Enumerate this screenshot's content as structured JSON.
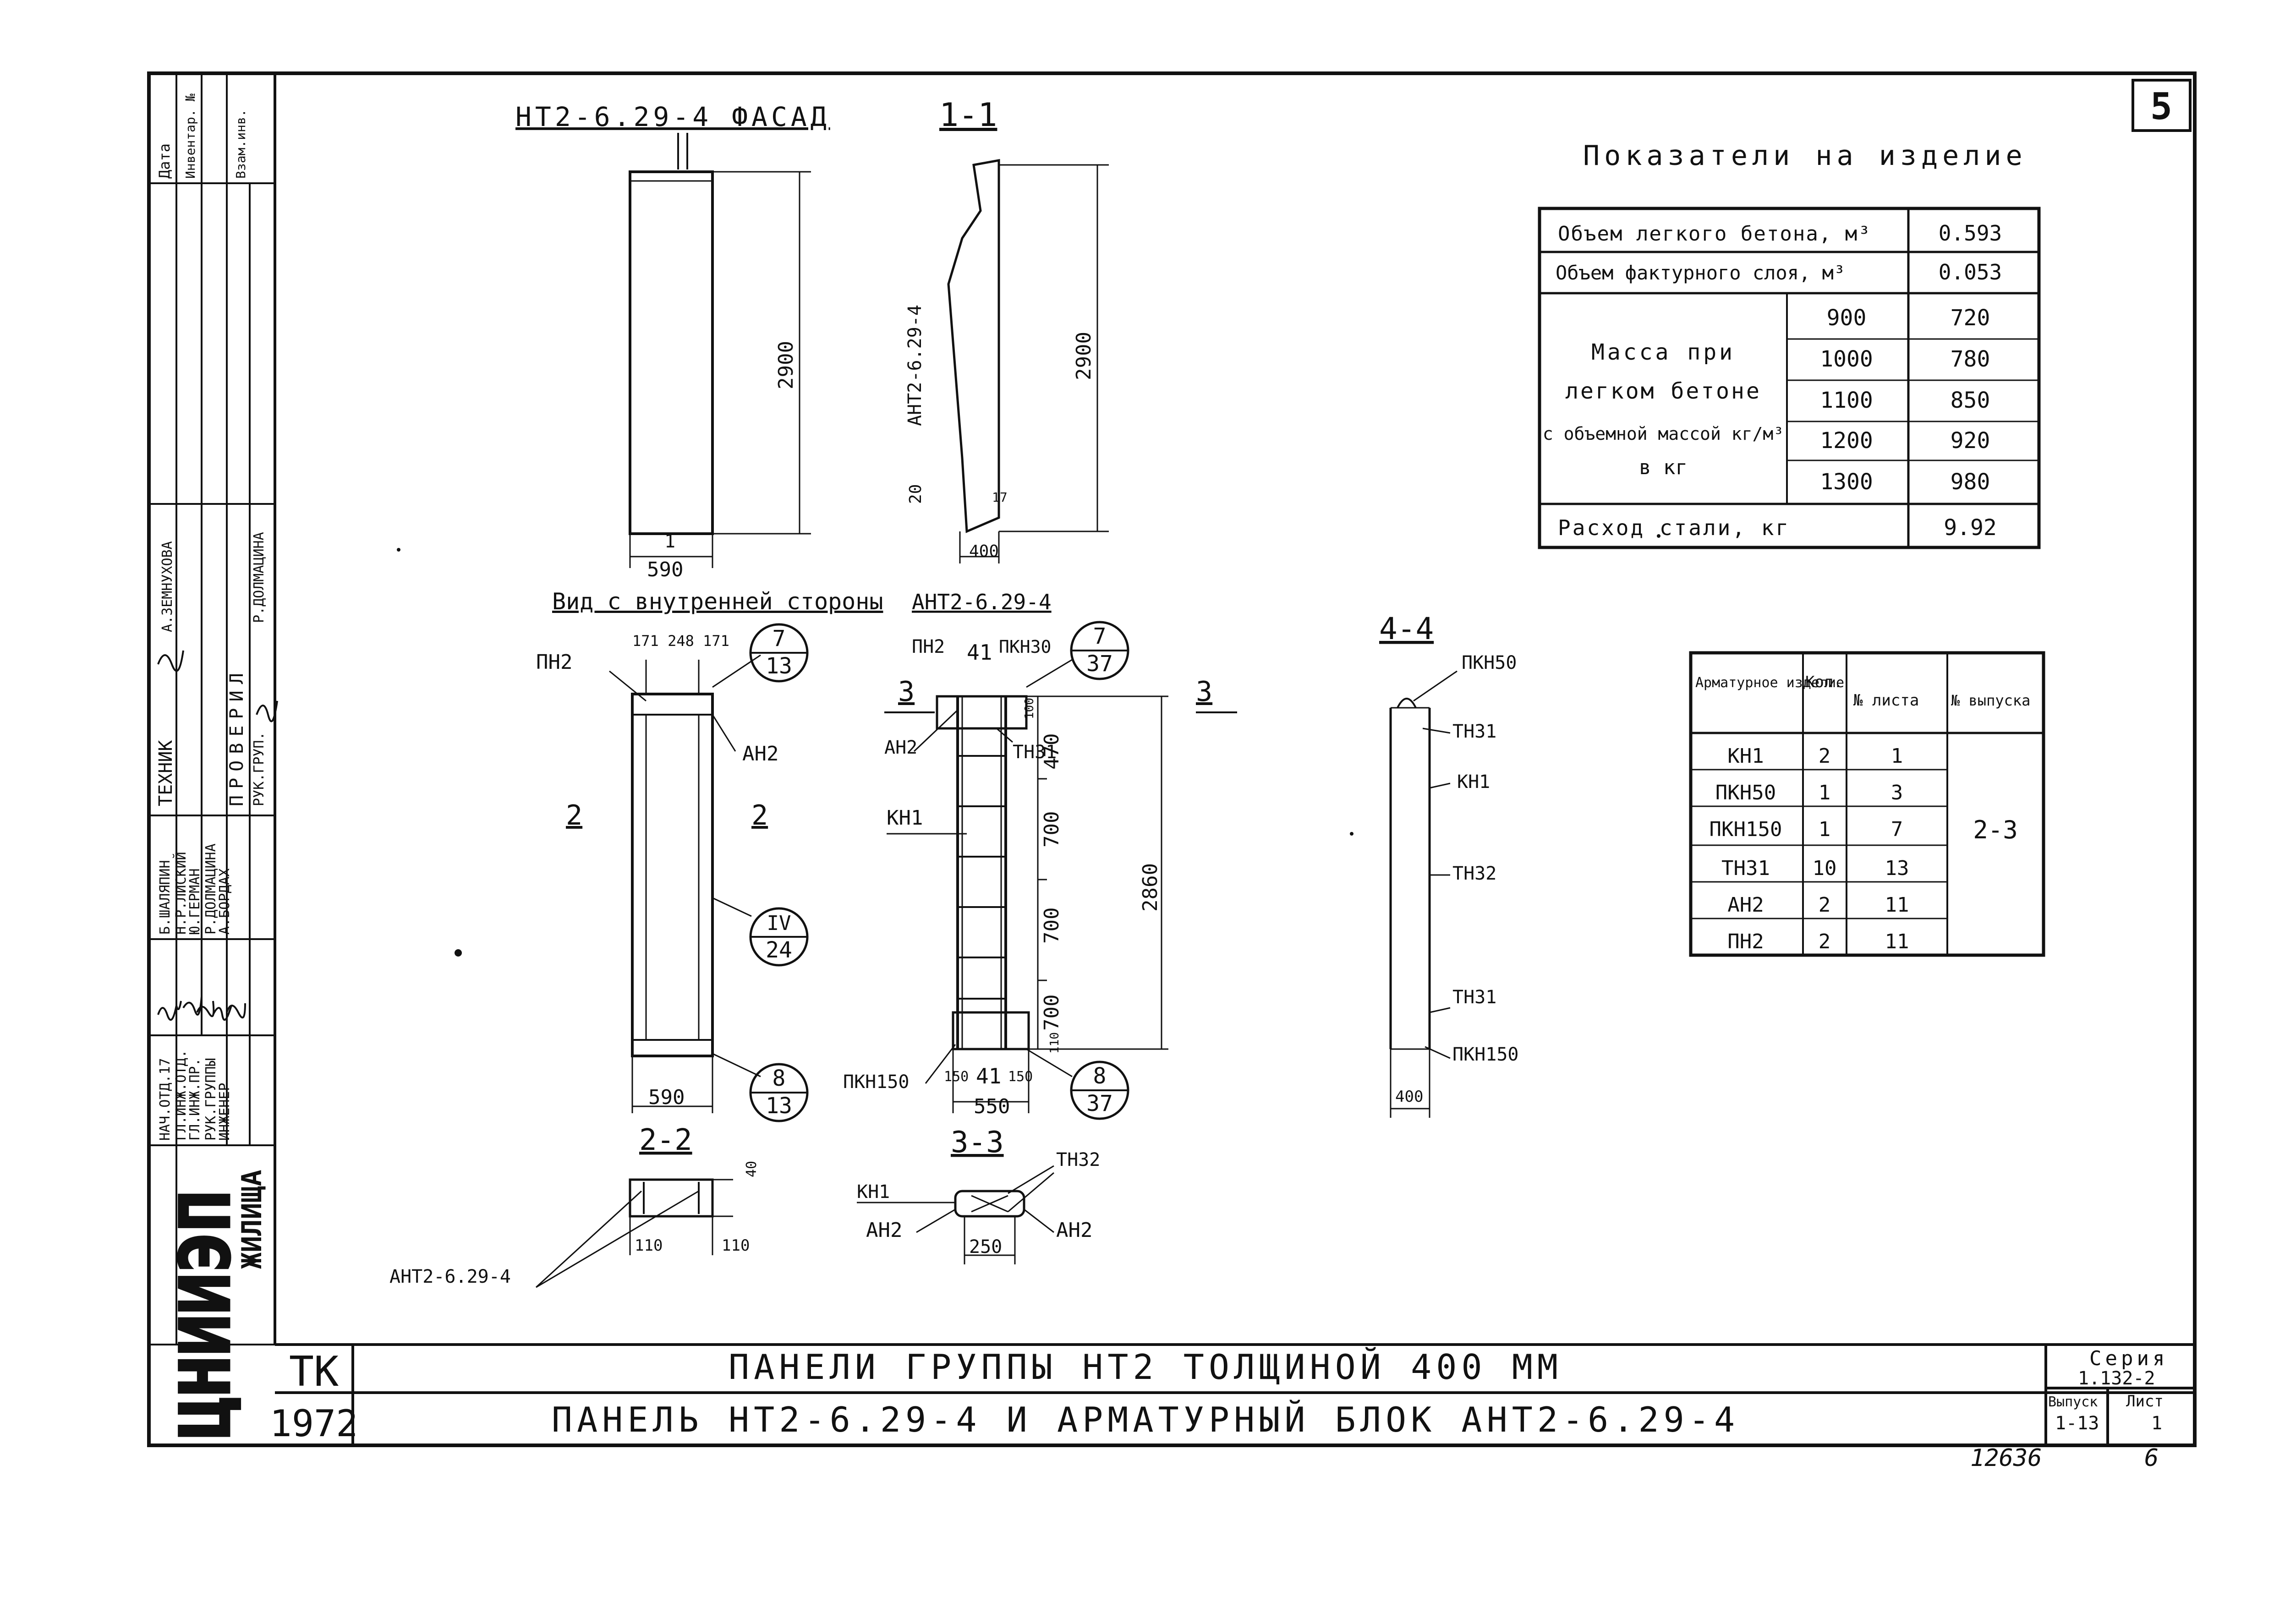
{
  "sheet_number": "5",
  "main_title_line1": "ПАНЕЛИ ГРУППЫ НТ2 ТОЛЩИНОЙ 400 ММ",
  "main_title_line2": "ПАНЕЛЬ НТ2-6.29-4 И АРМАТУРНЫЙ БЛОК АНТ2-6.29-4",
  "tk": "ТК",
  "year": "1972",
  "seria_label": "Серия",
  "seria_value": "1.132-2",
  "vypusk_label": "Выпуск",
  "vypusk_value": "1-13",
  "list_label": "Лист",
  "list_value": "1",
  "inventory_number": "12636",
  "page_number": "6",
  "org": {
    "logo": "ЦНИИЭП",
    "name": "ЖИЛИЩА"
  },
  "stamp_cols": [
    "Дата",
    "Инвентар. №",
    "Взам.инв."
  ],
  "stamp_rows": [
    {
      "role": "НАЧ.ОТД.17",
      "name": "Б.ШАЛЯПИН"
    },
    {
      "role": "ГЛ.ИНЖ.ОТД.",
      "name": "Н.Р.ЛИСКИЙ"
    },
    {
      "role": "ГЛ.ИНЖ.ПР.",
      "name": "Ю.ГЕРМАН"
    },
    {
      "role": "РУК.ГРУППЫ",
      "name": "Р.ДОЛМАЦИНА"
    },
    {
      "role": "ИНЖЕНЕР",
      "name": "А.БОРДАХ"
    }
  ],
  "stamp_checked": {
    "technik": "ТЕХНИК",
    "technik_name": "А.ЗЕМНУХОВА",
    "proveril": "ПРОВЕРИЛ",
    "ruk": "РУК.ГРУП.",
    "ruk_name": "Р.ДОЛМАЦИНА"
  },
  "views": {
    "facade_title": "НТ2-6.29-4 ФАСАД",
    "section_11_title": "1-1",
    "inner_view_title": "Вид с внутренней стороны",
    "block_title": "АНТ2-6.29-4",
    "section_44_title": "4-4",
    "section_22_title": "2-2",
    "section_33_title": "3-3"
  },
  "labels": {
    "facade_height": "2900",
    "facade_width": "590",
    "facade_marker": "1",
    "s11_height": "2900",
    "s11_width": "400",
    "s11_tag": "АНТ2-6.29-4",
    "s11_20": "20",
    "s11_17": "17",
    "inner_width": "590",
    "inner_dims": "171 248 171",
    "pn2": "ПН2",
    "an2": "АН2",
    "kn1": "КН1",
    "tn31": "ТН31",
    "tn32": "ТН32",
    "pkn30": "ПКН30",
    "pkn50": "ПКН50",
    "pkn150": "ПКН150",
    "block_dims": [
      "470",
      "700",
      "700",
      "700"
    ],
    "block_top": "100",
    "block_bot": "110",
    "block_total": "2860",
    "block_w": "550",
    "block_side": "150",
    "block_41": "41",
    "s44_w": "400",
    "s22_40": "40",
    "s22_10": "110",
    "s33_w": "250",
    "ant_tag": "АНТ2-6.29-4",
    "cut_2": "2",
    "cut_3": "3"
  },
  "callouts": [
    {
      "top": "7",
      "bottom": "13"
    },
    {
      "top": "IV",
      "bottom": "24"
    },
    {
      "top": "8",
      "bottom": "13"
    },
    {
      "top": "7",
      "bottom": "37"
    },
    {
      "top": "8",
      "bottom": "37"
    }
  ],
  "indicators": {
    "title": "Показатели на изделие",
    "volume_light_label": "Объем легкого бетона, м³",
    "volume_light_value": "0.593",
    "volume_facing_label": "Объем фактурного слоя, м³",
    "volume_facing_value": "0.053",
    "mass_label_lines": [
      "Масса при",
      "легком бетоне",
      "с объемной массой кг/м³",
      "в кг"
    ],
    "mass_rows": [
      {
        "density": "900",
        "mass": "720"
      },
      {
        "density": "1000",
        "mass": "780"
      },
      {
        "density": "1100",
        "mass": "850"
      },
      {
        "density": "1200",
        "mass": "920"
      },
      {
        "density": "1300",
        "mass": "980"
      }
    ],
    "steel_label": "Расход стали, кг",
    "steel_value": "9.92"
  },
  "armature_table": {
    "headers": [
      "Арматурное изделие",
      "Кол.",
      "№ листа",
      "№ выпуска"
    ],
    "rows": [
      {
        "name": "КН1",
        "qty": "2",
        "sheet": "1"
      },
      {
        "name": "ПКН50",
        "qty": "1",
        "sheet": "3"
      },
      {
        "name": "ПКН150",
        "qty": "1",
        "sheet": "7"
      },
      {
        "name": "ТН31",
        "qty": "10",
        "sheet": "13"
      },
      {
        "name": "АН2",
        "qty": "2",
        "sheet": "11"
      },
      {
        "name": "ПН2",
        "qty": "2",
        "sheet": "11"
      }
    ],
    "release": "2-3"
  }
}
